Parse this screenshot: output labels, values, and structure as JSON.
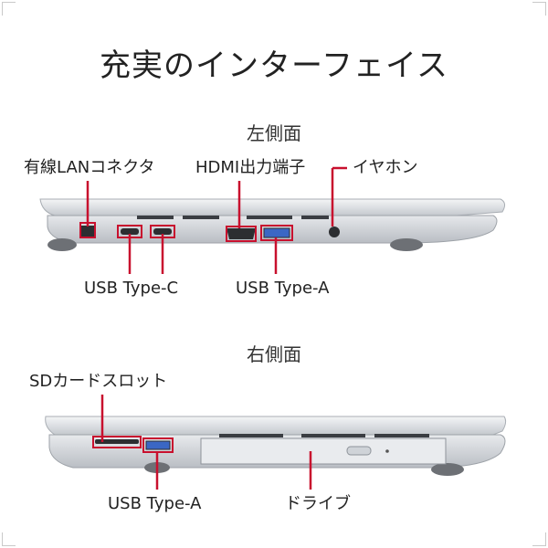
{
  "title": "充実のインターフェイス",
  "left_side": {
    "heading": "左側面",
    "labels": {
      "lan": "有線LANコネクタ",
      "hdmi": "HDMI出力端子",
      "earphone": "イヤホン",
      "usb_c": "USB Type-C",
      "usb_a": "USB Type-A"
    }
  },
  "right_side": {
    "heading": "右側面",
    "labels": {
      "sd": "SDカードスロット",
      "usb_a": "USB Type-A",
      "drive": "ドライブ"
    }
  },
  "colors": {
    "accent": "#c8102e",
    "body": "#d9dce0",
    "text": "#222222"
  }
}
